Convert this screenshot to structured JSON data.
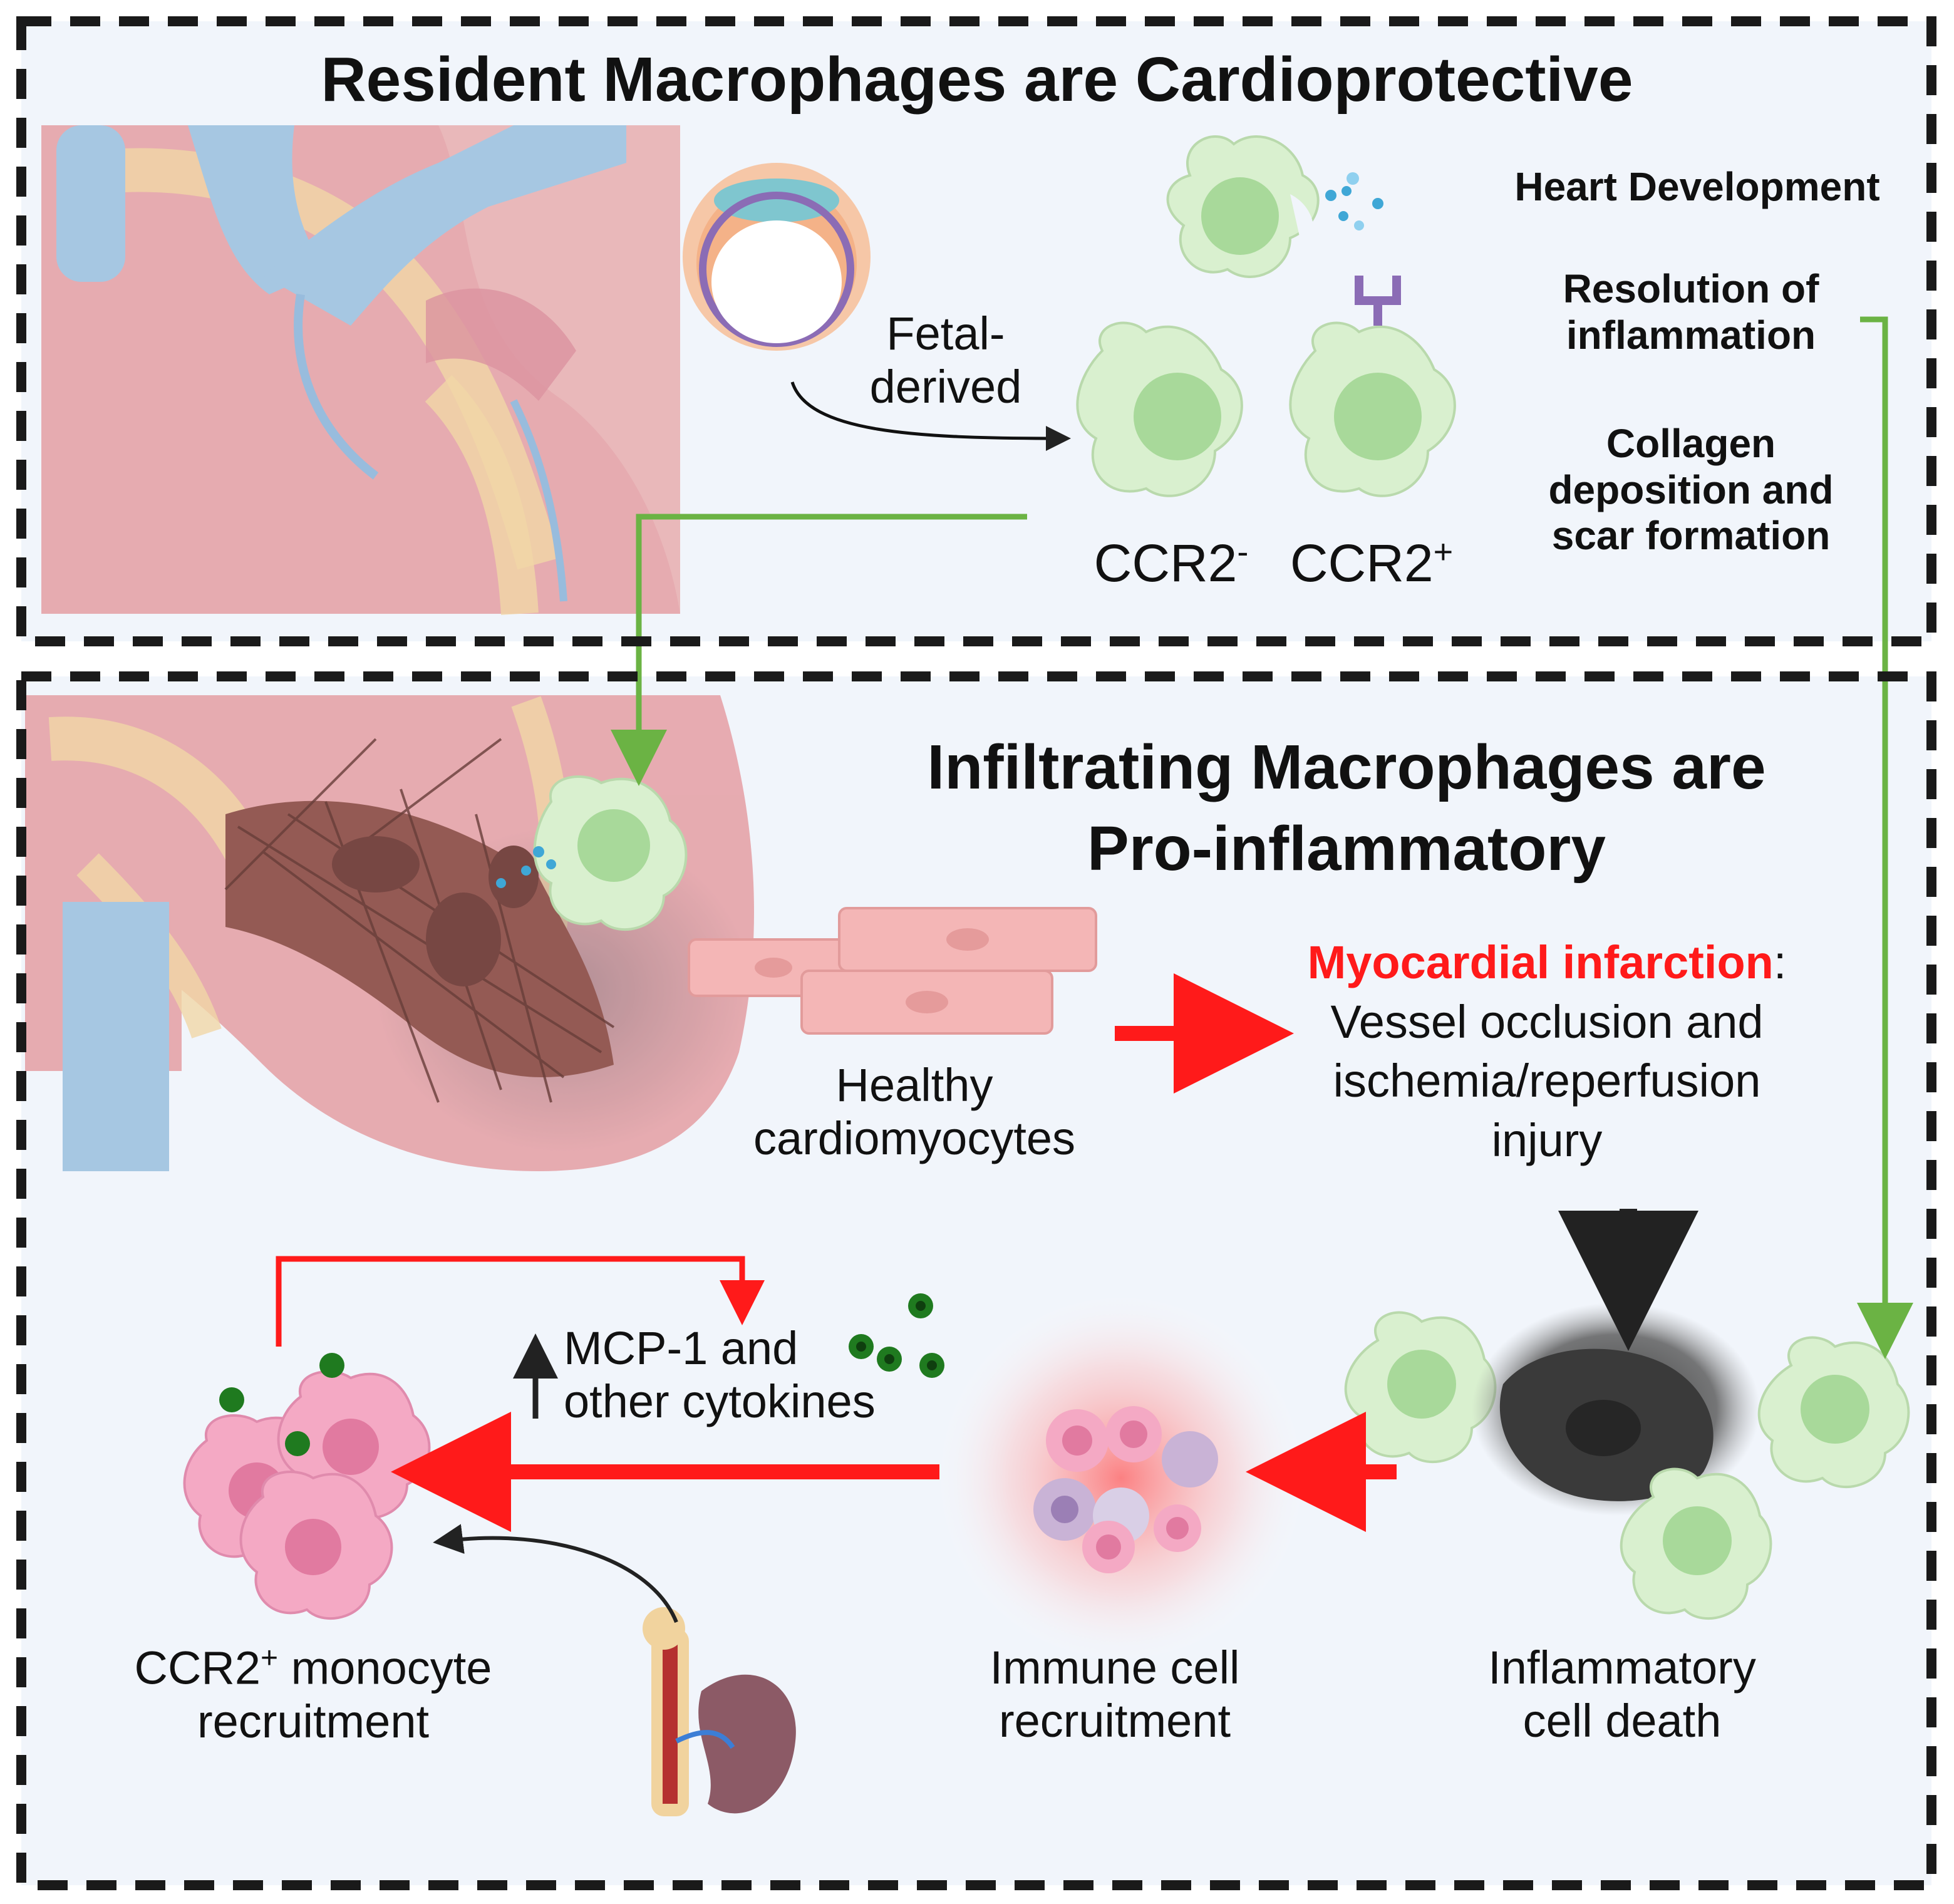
{
  "top_panel": {
    "title": "Resident Macrophages are Cardioprotective",
    "origin_label_line1": "Fetal-",
    "origin_label_line2": "derived",
    "ccr2_neg": {
      "base": "CCR2",
      "sup": "-"
    },
    "ccr2_pos": {
      "base": "CCR2",
      "sup": "+"
    },
    "functions": [
      {
        "lines": [
          "Heart Development"
        ]
      },
      {
        "lines": [
          "Resolution of",
          "inflammation"
        ]
      },
      {
        "lines": [
          "Collagen",
          "deposition and",
          "scar formation"
        ]
      }
    ]
  },
  "bottom_panel": {
    "title_line1": "Infiltrating Macrophages are",
    "title_line2": "Pro-inflammatory",
    "healthy_line1": "Healthy",
    "healthy_line2": "cardiomyocytes",
    "mi_highlight": "Myocardial infarction",
    "mi_colon": ":",
    "mi_line2": "Vessel occlusion and",
    "mi_line3": "ischemia/reperfusion",
    "mi_line4": "injury",
    "cytokines_line1": "MCP-1 and",
    "cytokines_line2": "other cytokines",
    "monocyte_base": "CCR2",
    "monocyte_sup": "+",
    "monocyte_rest": " monocyte",
    "monocyte_line2": "recruitment",
    "immune_line1": "Immune cell",
    "immune_line2": "recruitment",
    "death_line1": "Inflammatory",
    "death_line2": "cell death"
  },
  "colors": {
    "panel_bg": "#f1f5fb",
    "border": "#1a1a1a",
    "green_arrow": "#6bb344",
    "red_arrow": "#ff1a1a",
    "dark_arrow": "#222222",
    "macrophage_fill": "#d9f0cf",
    "macrophage_nucleus": "#a8d99a",
    "monocyte_fill": "#f4a9c4",
    "cytokine_green": "#1f7a1f",
    "mi_red": "#ff1a1a"
  }
}
